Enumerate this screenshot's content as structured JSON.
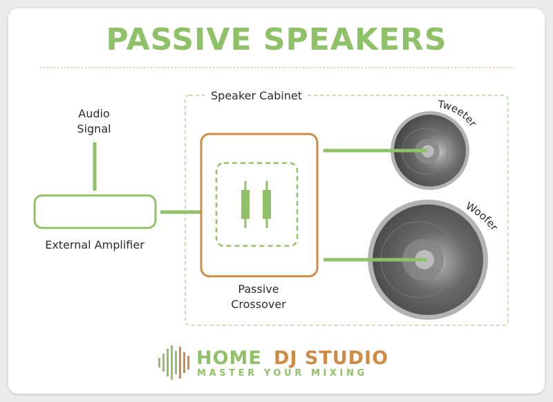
{
  "title": "PASSIVE SPEAKERS",
  "labels": {
    "audio_signal_line1": "Audio",
    "audio_signal_line2": "Signal",
    "external_amplifier": "External Amplifier",
    "speaker_cabinet": "Speaker Cabinet",
    "passive_crossover_line1": "Passive",
    "passive_crossover_line2": "Crossover",
    "tweeter": "Tweeter",
    "woofer": "Woofer"
  },
  "logo": {
    "word_home": "HOME",
    "word_dj_studio": "DJ STUDIO",
    "tagline": "MASTER YOUR MIXING"
  },
  "colors": {
    "green": "#8fc168",
    "orange": "#cf8a44",
    "dashed_border": "#b5d89c",
    "speaker_dark": "#4a4a4a",
    "speaker_light": "#b3b3b3",
    "text": "#2b2b2b"
  }
}
